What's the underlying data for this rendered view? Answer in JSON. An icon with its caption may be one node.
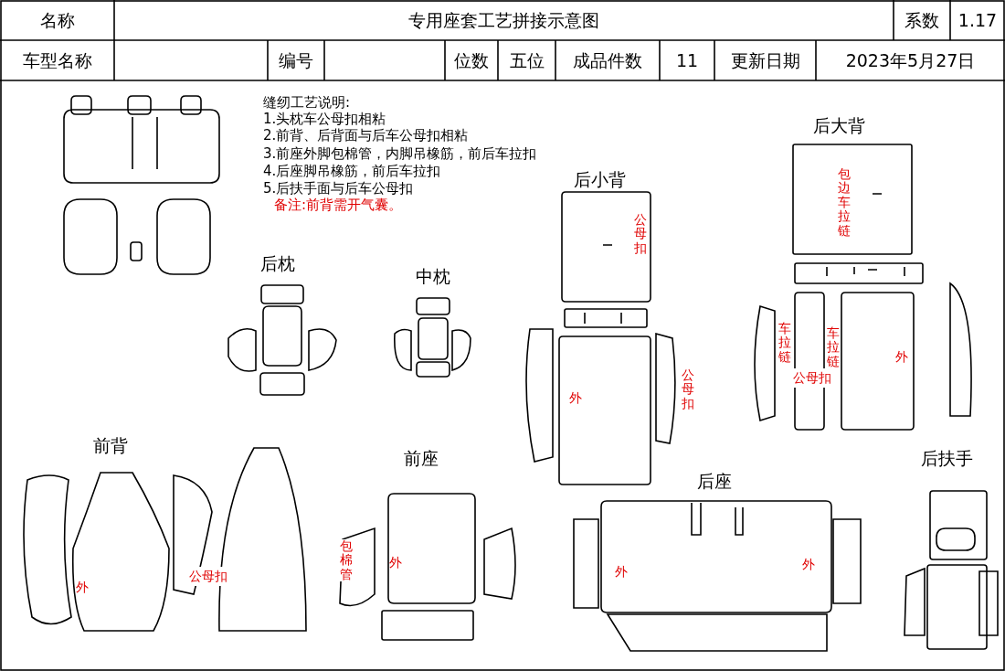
{
  "diagram": {
    "title": "专用座套工艺拼接示意图",
    "labels": [
      "名称",
      "系数",
      "1.17",
      "车型名称",
      "编号",
      "位数",
      "五位",
      "成品件数",
      "11",
      "更新日期",
      "2023年5月27日",
      "缝纫工艺说明:",
      "1.头枕车公母扣相粘",
      "2.前背、后背面与后车公母扣相粘",
      "3.前座外脚包棉管，内脚吊橡筋，前后车拉扣",
      "4.后座脚吊橡筋，前后车拉扣",
      "5.后扶手面与后车公母扣",
      "备注:前背需开气囊。",
      "后大背",
      "后小背",
      "包边车拉链",
      "公母扣",
      "后枕",
      "中枕",
      "车拉链",
      "车拉链",
      "外",
      "公母扣",
      "外",
      "公母扣",
      "前背",
      "前座",
      "后扶手",
      "后座",
      "外",
      "公母扣",
      "包棉管",
      "外",
      "外",
      "外"
    ]
  }
}
